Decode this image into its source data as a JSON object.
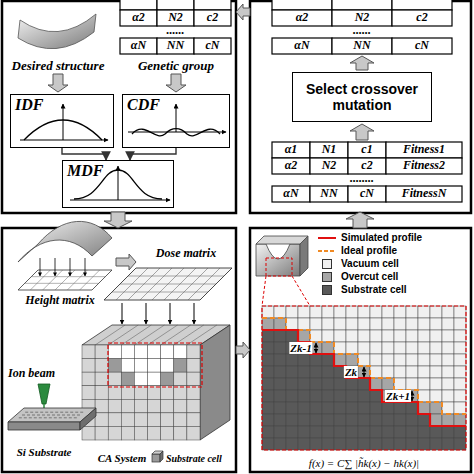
{
  "diagram": {
    "nodes": [
      {
        "text": [
          "IDF"
        ]
      },
      {
        "text": [
          "CDF"
        ]
      },
      {
        "text": [
          "MDF"
        ]
      },
      {
        "text": [
          "Select crossover mutation"
        ]
      }
    ],
    "edges": [
      {
        "from": 0,
        "to": 2,
        "arrow": "to"
      },
      {
        "from": 1,
        "to": 2,
        "arrow": "to"
      }
    ],
    "labels": [
      "α2",
      "N2",
      "c2",
      "......",
      "αN",
      "NN",
      "cN",
      "Desired structure",
      "Genetic group",
      "α2",
      "N2",
      "c2",
      "......",
      "αN",
      "NN",
      "cN",
      "α1",
      "N1",
      "c1",
      "Fitness1",
      "α2",
      "N2",
      "c2",
      "Fitness2",
      "........",
      "αN",
      "NN",
      "cN",
      "FitnessN",
      "Height matrix",
      "Dose matrix",
      "Ion beam",
      "Si Substrate",
      "CA System",
      "Substrate cell",
      "Zk-1",
      "Zk",
      "Zk+1",
      "f(x) = C∑ |h̃k(x) − hk(x)|"
    ],
    "legend": [
      {
        "text": "Simulated profile"
      },
      {
        "text": "Ideal profile"
      },
      {
        "text": "Vacuum cell",
        "color": "#f0f0f0"
      },
      {
        "text": "Overcut cell",
        "color": "#a6a6a6"
      },
      {
        "text": "Substrate cell",
        "color": "#595959"
      }
    ]
  }
}
